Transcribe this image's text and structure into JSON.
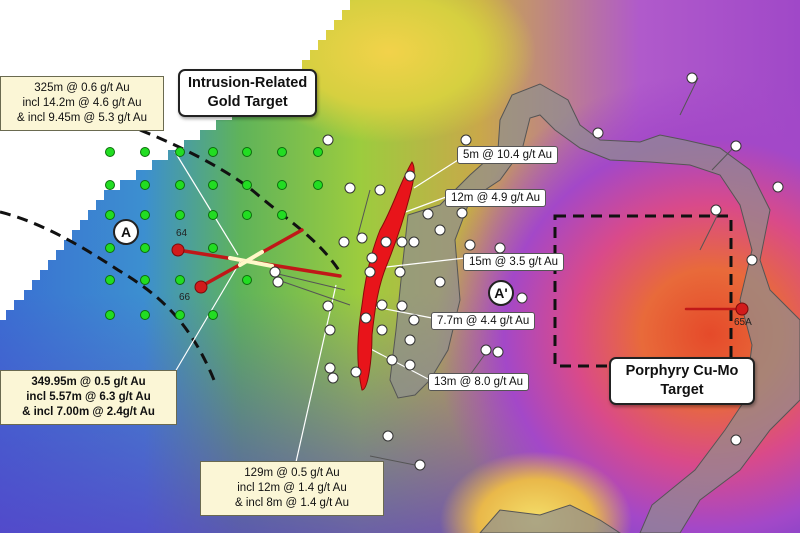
{
  "targets": {
    "intrusion_related": [
      "Intrusion-Related",
      "Gold Target"
    ],
    "porphyry": [
      "Porphyry Cu-Mo",
      "Target"
    ]
  },
  "section_labels": {
    "start": "A",
    "end": "A'"
  },
  "drill_holes": {
    "h64": "64",
    "h66": "66",
    "h65a": "65A"
  },
  "intercepts": {
    "i1": "5m @ 10.4 g/t Au",
    "i2": "12m @ 4.9 g/t Au",
    "i3": "15m @ 3.5 g/t Au",
    "i4": "7.7m @ 4.4 g/t Au",
    "i5": "13m @ 8.0 g/t Au"
  },
  "notes": {
    "top_left": [
      "325m @ 0.6 g/t Au",
      "incl 14.2m @ 4.6 g/t Au",
      "& incl 9.45m @ 5.3 g/t Au"
    ],
    "bottom_left": [
      "349.95m @ 0.5 g/t Au",
      "incl 5.57m @ 6.3 g/t Au",
      "& incl 7.00m @ 2.4g/t Au"
    ],
    "bottom_mid": [
      "129m @ 0.5 g/t Au",
      "incl 12m @ 1.4 g/t Au",
      "& incl 8m @ 1.4 g/t Au"
    ]
  },
  "colors": {
    "gold_zone": "#e8141a",
    "soil_sample": "#22dd22",
    "drill_collar": "#ffffff",
    "porphyry_outline": "#111111"
  }
}
